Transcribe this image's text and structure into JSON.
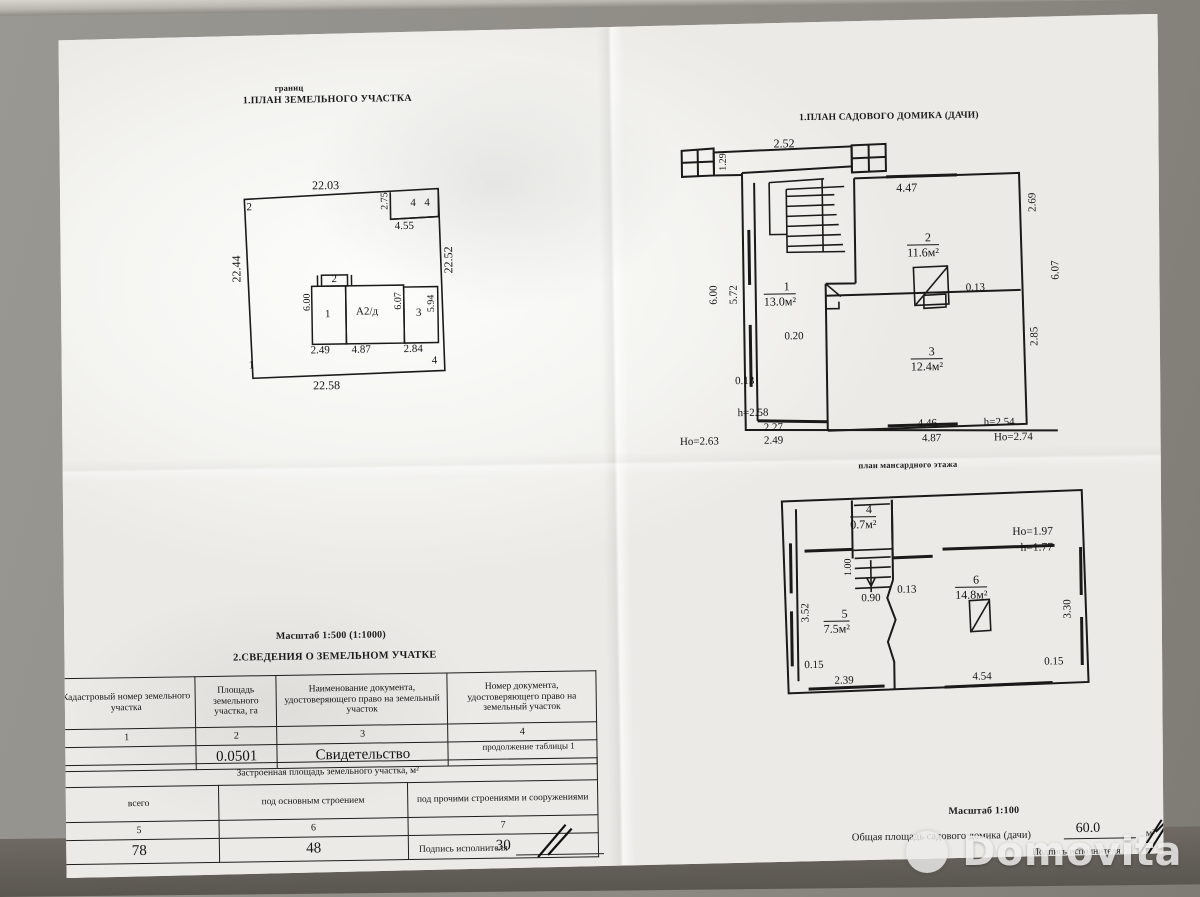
{
  "background": {
    "desk_color": "#8e8d86",
    "paper_color": "#f6f5f2"
  },
  "left_page": {
    "header_small": "границ",
    "title": "1.ПЛАН ЗЕМЕЛЬНОГО УЧАСТКА",
    "plot": {
      "corner_labels": [
        "2",
        "4",
        "1",
        "4"
      ],
      "dim_top": "22.03",
      "dim_bottom": "22.58",
      "dim_left": "22.44",
      "dim_right": "22.52",
      "annex": {
        "label": "4",
        "width": "4.55",
        "height": "2.75"
      },
      "building": {
        "main_label": "А2/д",
        "room_left": "1",
        "room_right": "3",
        "room_top": "2",
        "dim_bottom_1": "2.49",
        "dim_bottom_2": "4.87",
        "dim_bottom_3": "2.84",
        "dim_left": "6.00",
        "dim_mid": "6.07",
        "dim_right": "5.94"
      }
    },
    "scale": "Масштаб 1:500 (1:1000)",
    "section_title": "2.СВЕДЕНИЯ О ЗЕМЕЛЬНОМ УЧАТКЕ",
    "table1": {
      "headers": [
        "Кадастровый номер земельного участка",
        "Площадь земельного участка, га",
        "Наименование документа, удостоверяющего право на земельный участок",
        "Номер документа, удостоверяющего право на земельный участок"
      ],
      "numbers": [
        "1",
        "2",
        "3",
        "4"
      ],
      "row": [
        "",
        "0.0501",
        "Свидетельство",
        ""
      ]
    },
    "continuation_note": "продолжение таблицы 1",
    "table2": {
      "span_header": "Застроенная площадь земельного участка,  м²",
      "headers": [
        "всего",
        "под основным строением",
        "под прочими строениями и сооружениями"
      ],
      "numbers": [
        "5",
        "6",
        "7"
      ],
      "row": [
        "78",
        "48",
        "30"
      ]
    },
    "signature_label": "Подпись исполнителя"
  },
  "right_page": {
    "title": "1.ПЛАН САДОВОГО ДОМИКА (ДАЧИ)",
    "ground_floor": {
      "rooms": [
        {
          "number": "1",
          "area": "13.0м²"
        },
        {
          "number": "2",
          "area": "11.6м²"
        },
        {
          "number": "3",
          "area": "12.4м²"
        }
      ],
      "dims": {
        "top_porch": "2.52",
        "porch_depth": "1.29",
        "room2_top": "4.47",
        "room2_right": "2.69",
        "wall_013_right": "0.13",
        "right_total": "6.07",
        "room3_right": "2.85",
        "left_total": "6.00",
        "left_inner": "5.72",
        "wall_013_left": "0.13",
        "wall_020": "0.20",
        "bottom_227": "2.27",
        "bottom_249": "2.49",
        "bottom_446": "4.46",
        "bottom_487": "4.87",
        "h_left": "h=2.58",
        "ho_left": "Ho=2.63",
        "h_right": "h=2.54",
        "ho_right": "Ho=2.74"
      }
    },
    "attic_floor": {
      "title": "план мансардного этажа",
      "rooms": [
        {
          "number": "4",
          "area": "0.7м²"
        },
        {
          "number": "5",
          "area": "7.5м²"
        },
        {
          "number": "6",
          "area": "14.8м²"
        }
      ],
      "dims": {
        "stair_width": "1.00",
        "stair_bottom": "0.90",
        "wall_013": "0.13",
        "left_height": "3.52",
        "left_015": "0.15",
        "bottom_239": "2.39",
        "bottom_454": "4.54",
        "right_330": "3.30",
        "right_015": "0.15",
        "ho": "Ho=1.97",
        "h": "h=1.77"
      }
    },
    "scale": "Масштаб 1:100",
    "total_area_label": "Общая площадь садового домика (дачи)",
    "total_area_value": "60.0",
    "total_area_unit": "м²",
    "signature_label": "Подпись исполнителя"
  },
  "watermark": {
    "text": "Domovita"
  }
}
